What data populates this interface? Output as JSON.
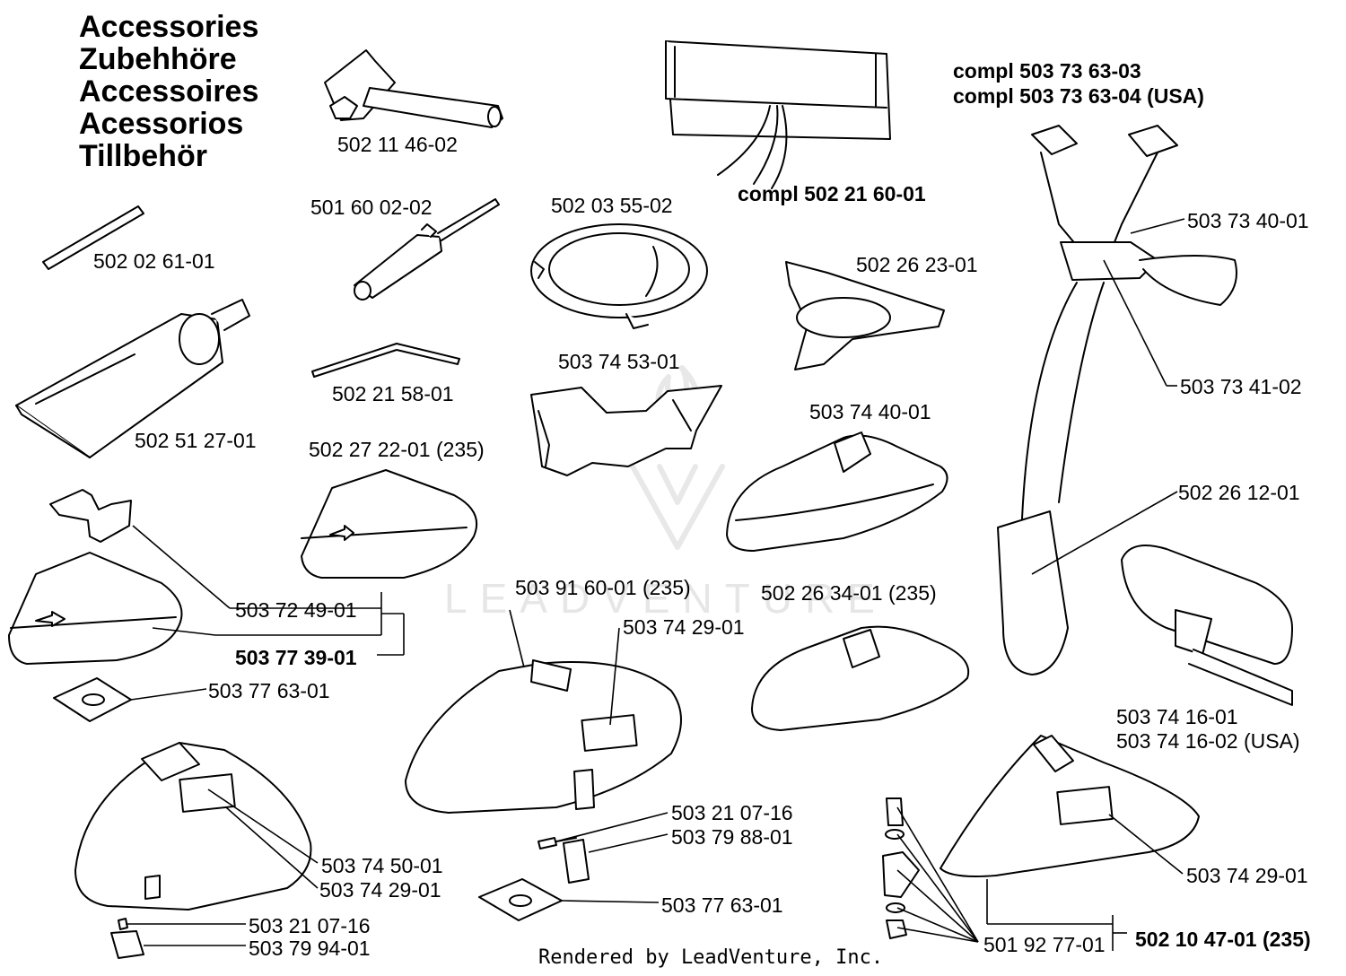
{
  "title_lines": [
    "Accessories",
    "Zubehhöre",
    "Accessoires",
    "Acessorios",
    "Tillbehör"
  ],
  "labels": {
    "p_502_11_46_02": "502 11 46-02",
    "p_compl_502_21_60_01": "compl 502 21 60-01",
    "p_compl_503_73_63_03": "compl 503 73 63-03",
    "p_compl_503_73_63_04": "compl 503 73 63-04 (USA)",
    "p_501_60_02_02": "501 60 02-02",
    "p_502_03_55_02": "502 03 55-02",
    "p_502_02_61_01": "502 02 61-01",
    "p_503_73_40_01": "503 73 40-01",
    "p_502_26_23_01": "502 26 23-01",
    "p_503_74_53_01": "503 74 53-01",
    "p_502_21_58_01": "502 21 58-01",
    "p_503_73_41_02": "503 73 41-02",
    "p_503_74_40_01": "503 74 40-01",
    "p_502_51_27_01": "502 51 27-01",
    "p_502_27_22_01": "502 27 22-01 (235)",
    "p_502_26_12_01": "502 26 12-01",
    "p_503_91_60_01": "503 91 60-01 (235)",
    "p_502_26_34_01": "502 26 34-01 (235)",
    "p_503_72_49_01": "503 72 49-01",
    "p_503_74_29_01_a": "503 74 29-01",
    "p_503_77_39_01": "503 77 39-01",
    "p_503_77_63_01_a": "503 77 63-01",
    "p_503_74_16_01": "503 74 16-01",
    "p_503_74_16_02": "503 74 16-02 (USA)",
    "p_503_21_07_16_a": "503 21 07-16",
    "p_503_79_88_01": "503 79 88-01",
    "p_503_74_29_01_b": "503 74 29-01",
    "p_503_74_50_01": "503 74 50-01",
    "p_503_74_29_01_c": "503 74 29-01",
    "p_503_77_63_01_b": "503 77 63-01",
    "p_503_21_07_16_b": "503 21 07-16",
    "p_501_92_77_01": "501 92 77-01",
    "p_502_10_47_01": "502 10 47-01 (235)",
    "p_503_79_94_01": "503 79 94-01"
  },
  "watermark": "LEADVENTURE",
  "footer": "Rendered by LeadVenture, Inc."
}
